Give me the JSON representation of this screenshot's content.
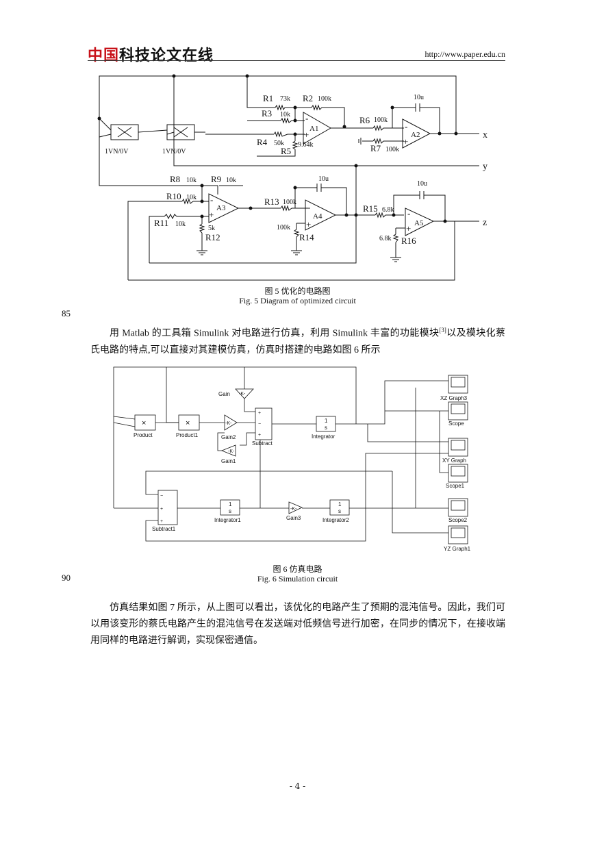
{
  "header": {
    "logo_red": "中国",
    "logo_black": "科技论文在线",
    "url": "http://www.paper.edu.cn"
  },
  "figure5": {
    "labels": {
      "R1": "R1",
      "R1v": "73k",
      "R2": "R2",
      "R2v": "100k",
      "R3": "R3",
      "R3v": "10k",
      "R4": "R4",
      "R4v": "50k",
      "R5": "R5",
      "R5v": "9.64k",
      "R6": "R6",
      "R6v": "100k",
      "R7": "R7",
      "R7v": "100k",
      "R8": "R8",
      "R8v": "10k",
      "R9": "R9",
      "R9v": "10k",
      "R10": "R10",
      "R10v": "10k",
      "R11": "R11",
      "R11v": "10k",
      "R12": "R12",
      "R12v": "5k",
      "R13": "R13",
      "R13v": "100k",
      "R14": "R14",
      "R14v": "100k",
      "R15": "R15",
      "R15v": "6.8k",
      "R16": "R16",
      "R16v": "6.8k",
      "C1v": "10u",
      "C2v": "10u",
      "C3v": "10u",
      "A1": "A1",
      "A2": "A2",
      "A3": "A3",
      "A4": "A4",
      "A5": "A5",
      "M1": "1VN/0V",
      "M2": "1VN/0V",
      "x": "x",
      "y": "y",
      "z": "z"
    },
    "caption_cn": "图 5  优化的电路图",
    "caption_en": "Fig. 5    Diagram of optimized circuit"
  },
  "line_numbers": {
    "n85": "85",
    "n90": "90"
  },
  "paragraph1": {
    "text_a": "用 Matlab 的工具箱 Simulink 对电路进行仿真，利用 Simulink 丰富的功能模块",
    "ref": "[3]",
    "text_b": "以及模块化蔡氏电路的特点,可以直接对其建模仿真，仿真时搭建的电路如图 6 所示"
  },
  "figure6": {
    "blocks": {
      "product": "Product",
      "product1": "Product1",
      "gain": "Gain",
      "gain1": "Gain1",
      "gain2": "Gain2",
      "gain3": "Gain3",
      "subtract": "Subtract",
      "subtract1": "Subtract1",
      "integrator": "Integrator",
      "integrator1": "Integrator1",
      "integrator2": "Integrator2",
      "xz_graph3": "XZ Graph3",
      "scope": "Scope",
      "xy_graph": "XY Graph",
      "scope1": "Scope1",
      "scope2": "Scope2",
      "yz_graph1": "YZ Graph1",
      "k": "-K-",
      "one": "1",
      "s": "s",
      "times": "×"
    },
    "caption_cn": "图 6  仿真电路",
    "caption_en": "Fig. 6 Simulation circuit"
  },
  "paragraph2": {
    "text": "仿真结果如图 7 所示，从上图可以看出，该优化的电路产生了预期的混沌信号。因此，我们可以用该变形的蔡氏电路产生的混沌信号在发送端对低频信号进行加密，在同步的情况下，在接收端用同样的电路进行解调，实现保密通信。"
  },
  "footer": {
    "page": "- 4 -"
  }
}
